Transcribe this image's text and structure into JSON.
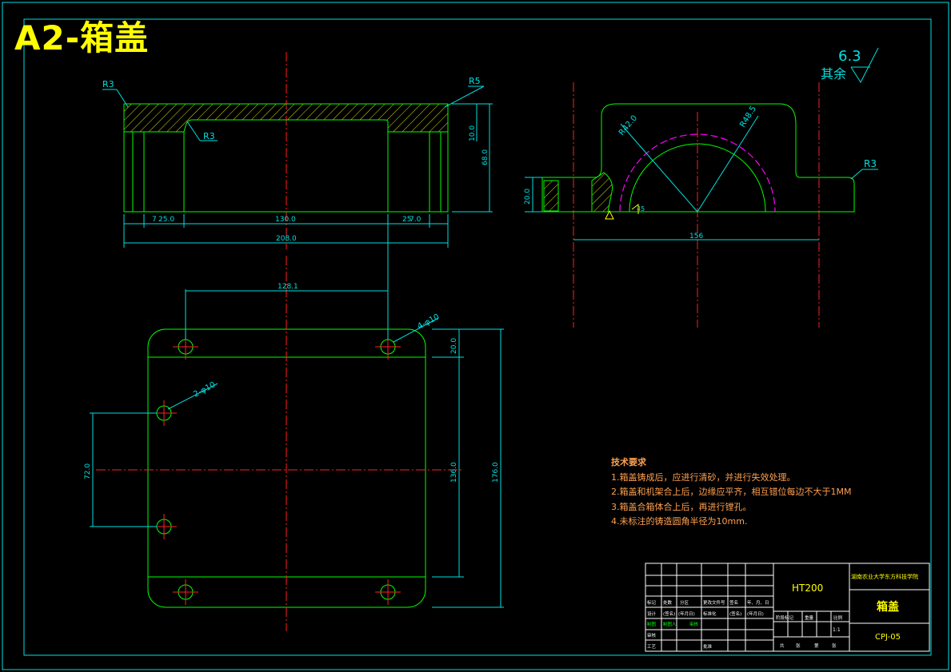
{
  "sheet": {
    "title": "A2-箱盖"
  },
  "roughness": {
    "label": "其余",
    "value": "6.3"
  },
  "front_view": {
    "labels": {
      "r_left": "R3",
      "r_right": "R5",
      "r_inner": "R3"
    },
    "dims": {
      "d1": "7",
      "d2": "25.0",
      "d3": "130.0",
      "d4": "25",
      "d5": "7.0",
      "overall": "208.0",
      "h_top": "10.0",
      "h_total": "68.0"
    }
  },
  "side_view": {
    "labels": {
      "r_small": "R42.0",
      "r_large": "R48.5",
      "r_edge": "R3",
      "angle": "45"
    },
    "dims": {
      "height": "20.0",
      "width": "156"
    }
  },
  "top_view": {
    "labels": {
      "holes_top": "4-φ10",
      "holes_side": "2-φ10"
    },
    "dims": {
      "hole_dist": "128.1",
      "top_offset": "20.0",
      "side_holes": "72.0",
      "inner_h": "136.0",
      "outer_h": "176.0"
    }
  },
  "tech_req": {
    "title": "技术要求",
    "items": [
      "1.箱盖铸成后，应进行清砂，并进行失效处理。",
      "2.箱盖和机架合上后，边缘应平齐，相互错位每边不大于1MM",
      "3.箱盖合箱体合上后，再进行镗孔。",
      "4.未标注的铸造圆角半径为10mm."
    ]
  },
  "title_block": {
    "material": "HT200",
    "school": "湖南农业大学东方科技学院",
    "part_name": "箱盖",
    "drawing_no": "CPJ-05",
    "scale": "1:1",
    "headers": [
      "标记",
      "处数",
      "分区",
      "更改文件号",
      "签名",
      "年、月、日"
    ],
    "row_design": [
      "设计",
      "(签名)",
      "(年月日)",
      "标准化",
      "(签名)",
      "(年月日)"
    ],
    "row_draw": [
      "制图",
      "制图人",
      "",
      "审核",
      "",
      ""
    ],
    "row_check": [
      "审核"
    ],
    "row_process": [
      "工艺",
      "",
      "批准"
    ],
    "stage_headers": [
      "阶段标记",
      "重量",
      "比例"
    ],
    "sheet_info": [
      "共",
      "张",
      "第",
      "张"
    ]
  }
}
